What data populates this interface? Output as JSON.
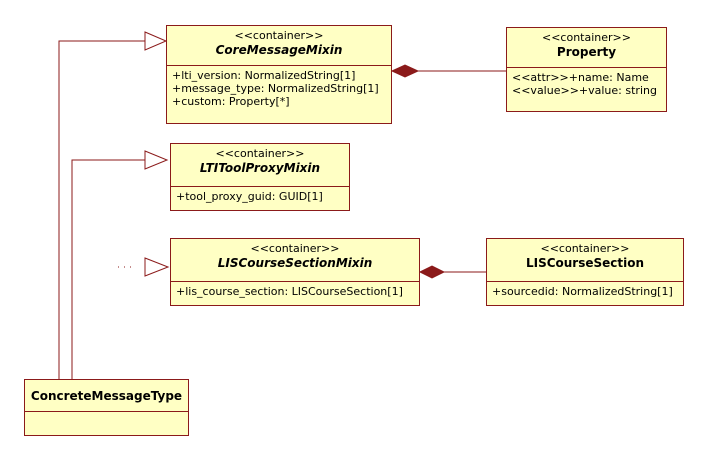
{
  "classes": {
    "core_message_mixin": {
      "stereotype": "<<container>>",
      "name": "CoreMessageMixin",
      "attributes": [
        "+lti_version: NormalizedString[1]",
        "+message_type: NormalizedString[1]",
        "+custom: Property[*]"
      ]
    },
    "property": {
      "stereotype": "<<container>>",
      "name": "Property",
      "attributes": [
        "<<attr>>+name: Name",
        "<<value>>+value: string"
      ]
    },
    "lti_tool_proxy_mixin": {
      "stereotype": "<<container>>",
      "name": "LTIToolProxyMixin",
      "attributes": [
        "+tool_proxy_guid: GUID[1]"
      ]
    },
    "lis_course_section_mixin": {
      "stereotype": "<<container>>",
      "name": "LISCourseSectionMixin",
      "attributes": [
        "+lis_course_section: LISCourseSection[1]"
      ]
    },
    "lis_course_section": {
      "stereotype": "<<container>>",
      "name": "LISCourseSection",
      "attributes": [
        "+sourcedid: NormalizedString[1]"
      ]
    },
    "concrete_message_type": {
      "name": "ConcreteMessageType"
    }
  },
  "colors": {
    "class_fill": "#ffffc4",
    "line": "#8b1a1a",
    "background": "#ffffff"
  }
}
